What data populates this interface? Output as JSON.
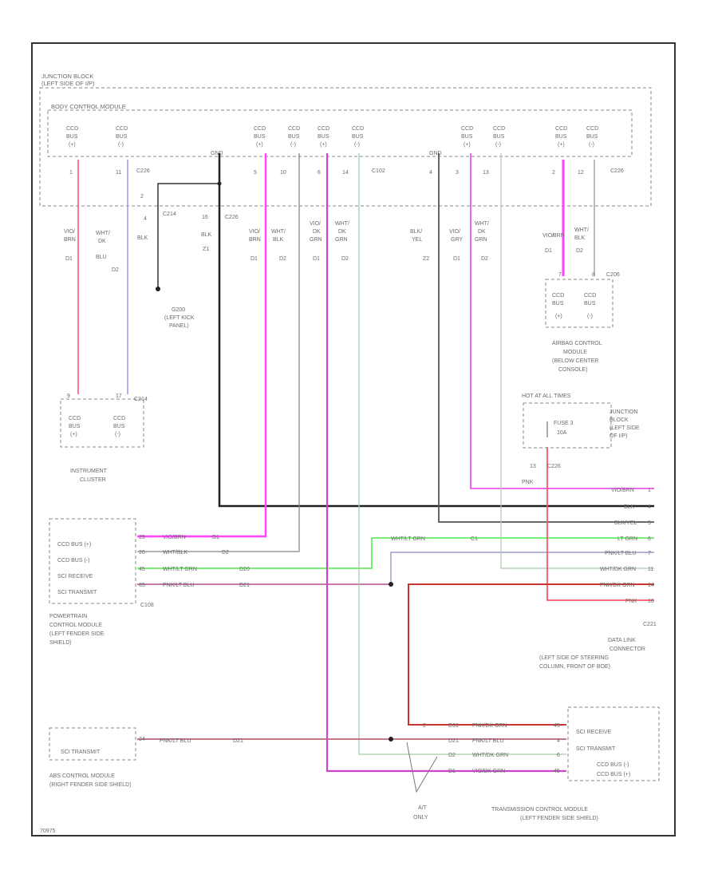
{
  "junction_block": {
    "line1": "JUNCTION BLOCK",
    "line2": "(LEFT SIDE OF I/P)"
  },
  "body_control_module": {
    "title": "BODY CONTROL MODULE",
    "connector_left": "C226",
    "connector_right": "C226",
    "connector_mid": "C102"
  },
  "bcm_pins": [
    {
      "top": "CCD",
      "mid": "BUS",
      "bot": "(+)",
      "pin": "1"
    },
    {
      "top": "CCD",
      "mid": "BUS",
      "bot": "(-)",
      "pin": "11"
    },
    {
      "top": "GND",
      "mid": "",
      "bot": "",
      "pin": ""
    },
    {
      "top": "CCD",
      "mid": "BUS",
      "bot": "(+)",
      "pin": "5"
    },
    {
      "top": "CCD",
      "mid": "BUS",
      "bot": "(-)",
      "pin": "10"
    },
    {
      "top": "CCD",
      "mid": "BUS",
      "bot": "(+)",
      "pin": "6"
    },
    {
      "top": "CCD",
      "mid": "BUS",
      "bot": "(-)",
      "pin": "14"
    },
    {
      "top": "GND",
      "mid": "",
      "bot": "",
      "pin": "4"
    },
    {
      "top": "CCD",
      "mid": "BUS",
      "bot": "(+)",
      "pin": "3"
    },
    {
      "top": "CCD",
      "mid": "BUS",
      "bot": "(-)",
      "pin": "13"
    },
    {
      "top": "CCD",
      "mid": "BUS",
      "bot": "(+)",
      "pin": "2"
    },
    {
      "top": "CCD",
      "mid": "BUS",
      "bot": "(-)",
      "pin": "12"
    }
  ],
  "wires_top": [
    {
      "a": "VIO/",
      "b": "BRN",
      "c": "D1"
    },
    {
      "a": "WHT/",
      "b": "DK",
      "c": "BLU",
      "d": "D2"
    },
    {
      "a": "BLK",
      "pin": "4",
      "conn": "C214"
    },
    {
      "a": "BLK",
      "pin": "16",
      "conn": "C226",
      "c": "Z1"
    },
    {
      "a": "VIO/",
      "b": "BRN",
      "c": "D1"
    },
    {
      "a": "WHT/",
      "b": "BLK",
      "c": "D2"
    },
    {
      "a": "VIO/",
      "b": "DK",
      "c": "GRN",
      "d": "D1"
    },
    {
      "a": "WHT/",
      "b": "DK",
      "c": "GRN",
      "d": "D2"
    },
    {
      "a": "BLK/",
      "b": "YEL",
      "c": "Z2"
    },
    {
      "a": "VIO/",
      "b": "GRY",
      "c": "D1"
    },
    {
      "a": "WHT/",
      "b": "DK",
      "c": "GRN",
      "d": "D2"
    },
    {
      "a": "VIO/",
      "b": "BRN",
      "c": "D1"
    },
    {
      "a": "WHT/",
      "b": "BLK",
      "c": "D2"
    }
  ],
  "ground": {
    "id": "G200",
    "line1": "(LEFT KICK",
    "line2": "PANEL)"
  },
  "instrument_cluster": {
    "name1": "INSTRUMENT",
    "name2": "CLUSTER",
    "connector": "C214",
    "pins": [
      [
        "CCD",
        "BUS",
        "(+)"
      ],
      [
        "CCD",
        "BUS",
        "(-)"
      ]
    ],
    "pin_nums": [
      "9",
      "17"
    ]
  },
  "airbag_module": {
    "name1": "AIRBAG CONTROL",
    "name2": "MODULE",
    "name3": "(BELOW CENTER",
    "name4": "CONSOLE)",
    "connector": "C206",
    "pins": [
      [
        "CCD",
        "BUS",
        "(+)"
      ],
      [
        "CCD",
        "BUS",
        "(-)"
      ]
    ],
    "pin_nums": [
      "7",
      "8"
    ]
  },
  "junction_fuse": {
    "hot": "HOT AT ALL TIMES",
    "fuse": "FUSE 3",
    "amps": "10A",
    "name1": "JUNCTION",
    "name2": "BLOCK",
    "name3": "(LEFT SIDE",
    "name4": "OF I/P)",
    "pin": "13",
    "conn": "C226",
    "wire": "PNK"
  },
  "dlc_rows": [
    {
      "wire": "VIO/BRN",
      "pin": "1"
    },
    {
      "wire": "BLK",
      "pin": "4"
    },
    {
      "wire": "BLK/YEL",
      "pin": "5"
    },
    {
      "wire": "LT GRN",
      "pin": "6"
    },
    {
      "wire": "PNK/LT BLU",
      "pin": "7"
    },
    {
      "wire": "WHT/DK GRN",
      "pin": "11"
    },
    {
      "wire": "PNK/DK GRN",
      "pin": "14"
    },
    {
      "wire": "PNK",
      "pin": "16"
    }
  ],
  "dlc": {
    "conn": "C221",
    "name1": "DATA LINK",
    "name2": "CONNECTOR",
    "name3": "(LEFT SIDE OF STEERING",
    "name4": "COLUMN, FRONT OF BOE)"
  },
  "pcm": {
    "rows": [
      "CCD BUS (+)",
      "CCD BUS (-)",
      "SCI RECEIVE",
      "SCI TRANSMIT"
    ],
    "pins": [
      "25",
      "26",
      "45",
      "65"
    ],
    "wires": [
      {
        "w": "VIO/BRN",
        "c": "D1"
      },
      {
        "w": "WHT/BLK",
        "c": "D2"
      },
      {
        "w": "WHT/LT GRN",
        "c": "D20"
      },
      {
        "w": "PNK/LT BLU",
        "c": "D21"
      }
    ],
    "conn": "C108",
    "name1": "POWERTRAIN",
    "name2": "CONTROL MODULE",
    "name3": "(LEFT FENDER SIDE",
    "name4": "SHIELD)"
  },
  "ltgrn_wire": {
    "w": "WHT/LT GRN",
    "pin": "C1"
  },
  "abs": {
    "row": "SCI TRANSMIT",
    "pin": "24",
    "w": "PNK/LT BLU",
    "c": "D21",
    "name1": "ABS CONTROL MODULE",
    "name2": "(RIGHT FENDER SIDE SHIELD)"
  },
  "tcm": {
    "rows": [
      "SCI RECEIVE",
      "SCI TRANSMIT",
      "CCD BUS (-)",
      "CCD BUS (+)"
    ],
    "pins": [
      "45",
      "4",
      "6",
      "45"
    ],
    "wires": [
      {
        "p": "2",
        "c": "D31",
        "w": "PNK/DK GRN"
      },
      {
        "p": "",
        "c": "D21",
        "w": "PNK/LT BLU"
      },
      {
        "p": "",
        "c": "D2",
        "w": "WHT/DK GRN"
      },
      {
        "p": "",
        "c": "D1",
        "w": "VIO/DK GRN"
      }
    ],
    "name1": "TRANSMISSION CONTROL MODULE",
    "name2": "(LEFT FENDER SIDE SHIELD)"
  },
  "at_only": {
    "l1": "A/T",
    "l2": "ONLY"
  },
  "figure_id": "70975",
  "colors": {
    "vio_brn": "#ff55ff",
    "wht_dkblu": "#aaaaee",
    "blk": "#222222",
    "wht_blk": "#999999",
    "ltgrn": "#66ee66",
    "pnk": "#ff4466",
    "pnk_ltblu": "#bb6677",
    "pnk_dkgrn": "#cc3333",
    "wht_dkgrn": "#aaccaa",
    "vio_dkgrn": "#cc44cc"
  }
}
